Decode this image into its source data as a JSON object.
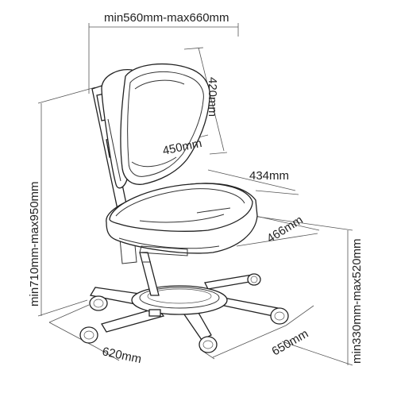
{
  "diagram": {
    "width_label": "min560mm-max660mm",
    "backrest_height_label": "420mm",
    "backrest_width_label": "450mm",
    "seat_width_label": "434mm",
    "seat_depth_label": "466mm",
    "total_height_label": "min710mm-max950mm",
    "seat_height_label": "min330mm-max520mm",
    "base_width_label": "620mm",
    "base_depth_label": "650mm"
  }
}
